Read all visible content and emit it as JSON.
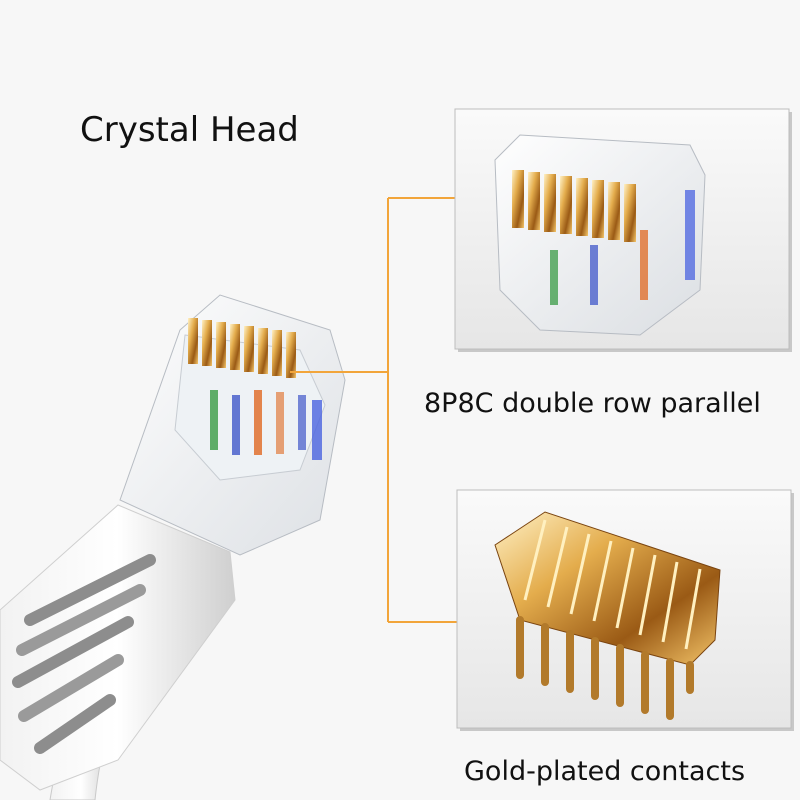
{
  "title": "Crystal Head",
  "callouts": {
    "parallel": "8P8C double row parallel",
    "gold": "Gold-plated contacts"
  },
  "colors": {
    "callout_line": "#f2a53a",
    "gold": "#d9a24a",
    "frame_shadow": "#d6d6d6"
  },
  "icons": {
    "main_image": "rj45-connector-photo",
    "detail_1": "connector-head-closeup",
    "detail_2": "gold-contacts-closeup"
  }
}
